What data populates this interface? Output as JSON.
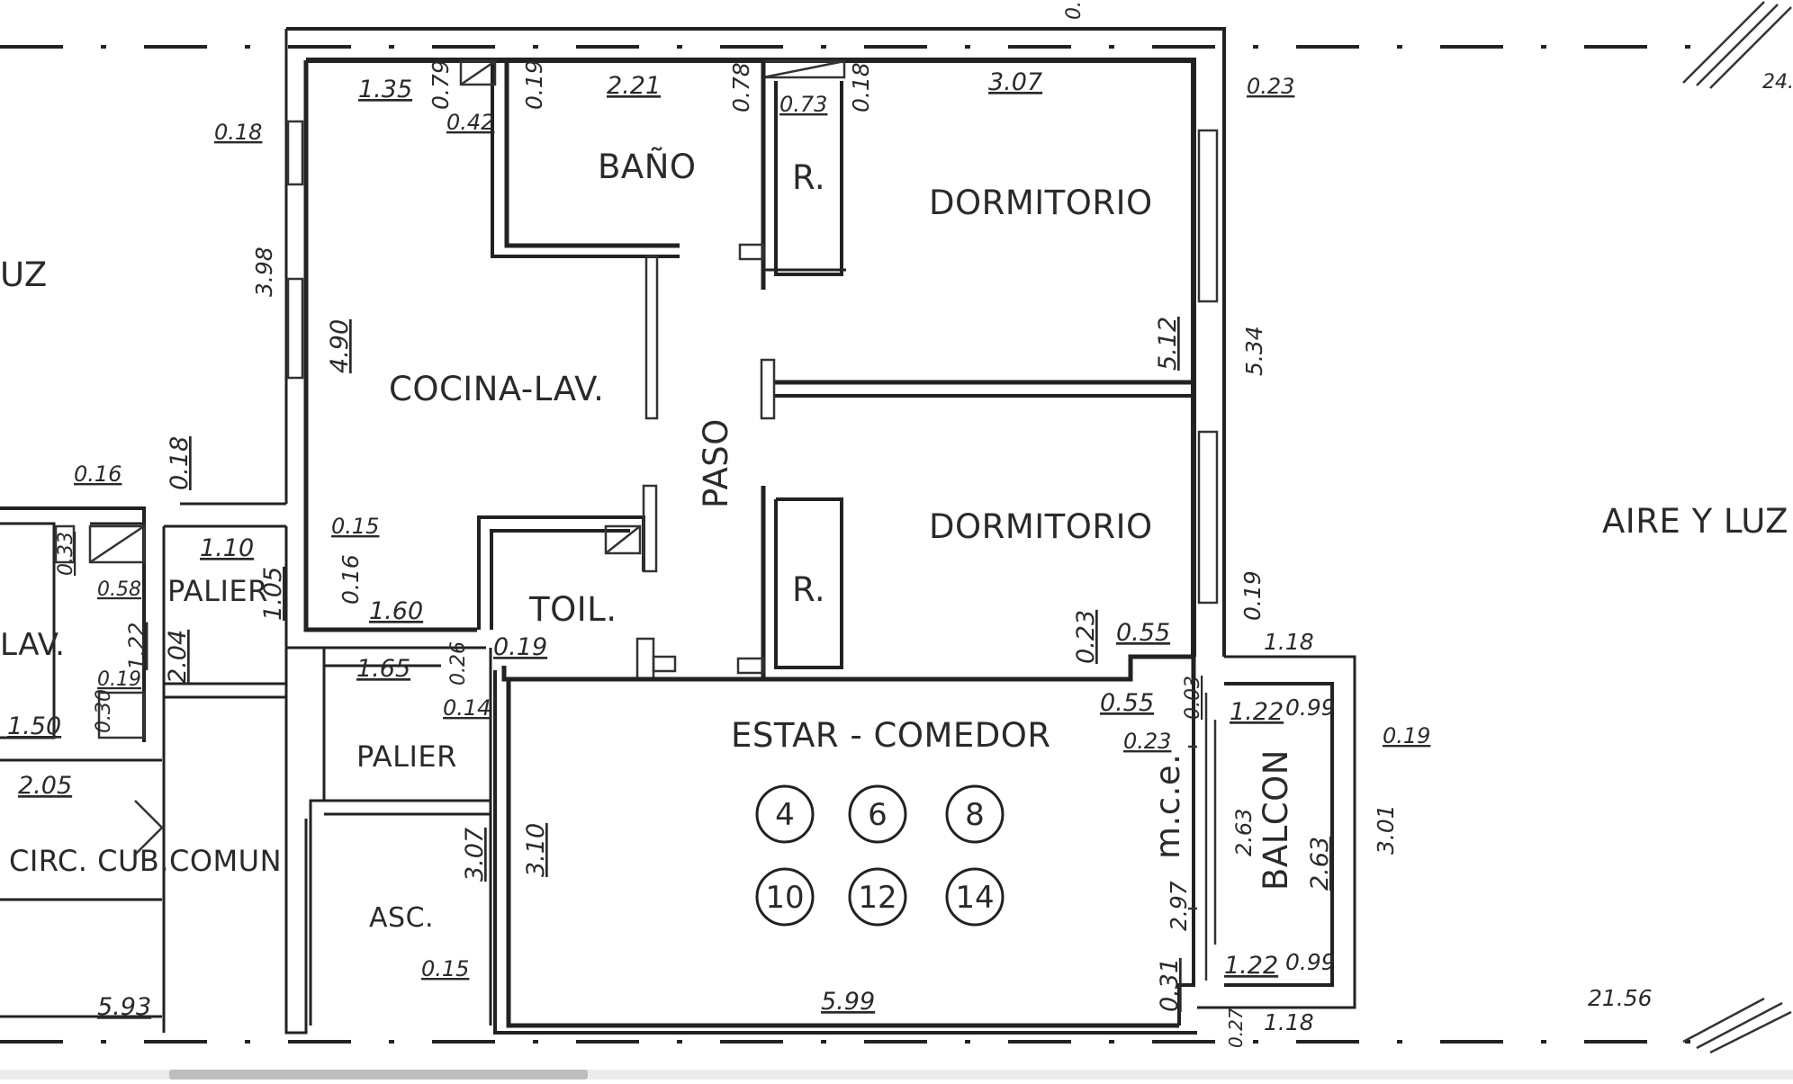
{
  "plan": {
    "rooms": {
      "bano": "BAÑO",
      "r1": "R.",
      "r2": "R.",
      "dormitorio1": "DORMITORIO",
      "dormitorio2": "DORMITORIO",
      "cocina": "COCINA-LAV.",
      "paso": "PASO",
      "toil": "TOIL.",
      "estar": "ESTAR - COMEDOR",
      "balcon": "BALCON",
      "mce": "m.c.e.",
      "palier_left": "PALIER",
      "palier_center": "PALIER",
      "asc": "ASC.",
      "comun": "COMUN",
      "circ": "CIRC. CUB.",
      "lav": "LAV.",
      "aire_right": "AIRE Y LUZ",
      "luz_left": "UZ"
    },
    "units": [
      "4",
      "6",
      "8",
      "10",
      "12",
      "14"
    ],
    "dims": {
      "d135": "1.35",
      "d079": "0.79",
      "d042": "0.42",
      "d019a": "0.19",
      "d221": "2.21",
      "d078": "0.78",
      "d073": "0.73",
      "d018a": "0.18",
      "d307a": "3.07",
      "d023a": "0.23",
      "d018b": "0.18",
      "d398": "3.98",
      "d490": "4.90",
      "d512": "5.12",
      "d534": "5.34",
      "d016a": "0.16",
      "d018c": "0.18",
      "d015a": "0.15",
      "d110": "1.10",
      "d105": "1.05",
      "d016b": "0.16",
      "d160": "1.60",
      "d033": "0.33",
      "d058": "0.58",
      "d204": "2.04",
      "d122a": "1.22",
      "d019b": "0.19",
      "d023b": "0.23",
      "d055a": "0.55",
      "d019c": "0.19",
      "d118a": "1.18",
      "d165": "1.65",
      "d026": "0.26",
      "d014": "0.14",
      "d030": "0.30",
      "d150": "1.50",
      "d205": "2.05",
      "d055b": "0.55",
      "d003": "0.03",
      "d122b": "1.22",
      "d099a": "0.99",
      "d019d": "0.19",
      "d023c": "0.23",
      "d310": "3.10",
      "d307b": "3.07",
      "d263a": "2.63",
      "d263b": "2.63",
      "d301": "3.01",
      "d297": "2.97",
      "d015b": "0.15",
      "d593": "5.93",
      "d599": "5.99",
      "d031": "0.31",
      "d122c": "1.22",
      "d099b": "0.99",
      "d027": "0.27",
      "d118b": "1.18",
      "d019e": "0.19",
      "d2156": "21.56",
      "d24": "24.",
      "d0top": "0."
    }
  },
  "colors": {
    "line": "#222222",
    "paper": "#ffffff",
    "scrollbar": "#ececec",
    "thumb": "#bdbdbd"
  }
}
